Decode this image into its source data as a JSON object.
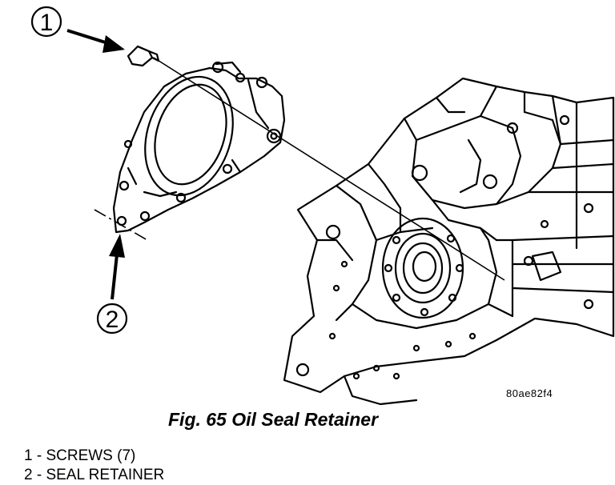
{
  "callouts": {
    "one": "1",
    "two": "2"
  },
  "image_code": "80ae82f4",
  "caption": "Fig. 65 Oil Seal Retainer",
  "legend": [
    "1 - SCREWS (7)",
    "2 - SEAL RETAINER"
  ],
  "colors": {
    "ink": "#000000",
    "paper": "#ffffff"
  }
}
